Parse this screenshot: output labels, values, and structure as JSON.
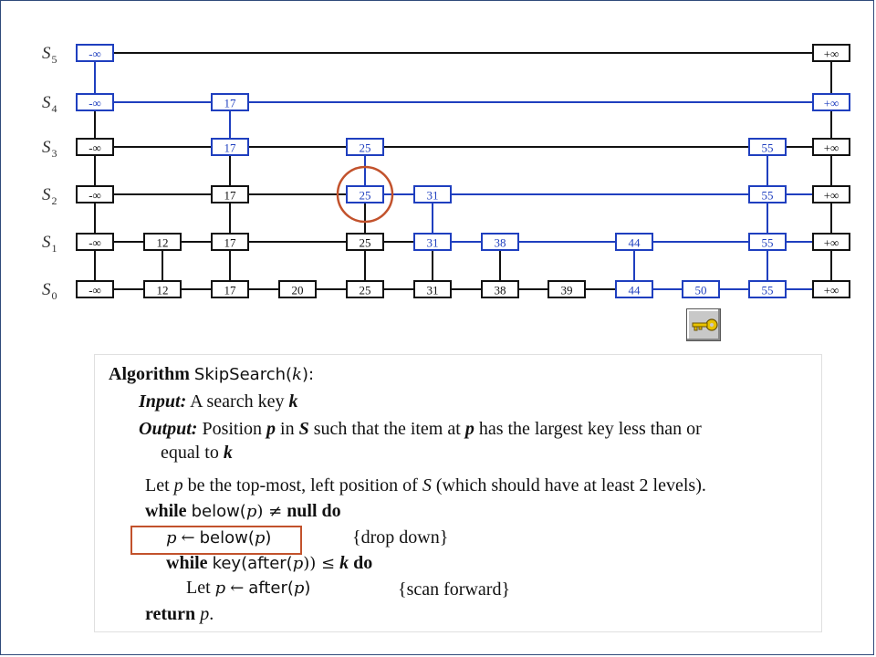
{
  "skiplist": {
    "levels": [
      {
        "label": "S",
        "index": "5",
        "nodes": [
          "-∞",
          "+∞"
        ]
      },
      {
        "label": "S",
        "index": "4",
        "nodes": [
          "-∞",
          "17",
          "+∞"
        ]
      },
      {
        "label": "S",
        "index": "3",
        "nodes": [
          "-∞",
          "17",
          "25",
          "55",
          "+∞"
        ]
      },
      {
        "label": "S",
        "index": "2",
        "nodes": [
          "-∞",
          "17",
          "25",
          "31",
          "55",
          "+∞"
        ]
      },
      {
        "label": "S",
        "index": "1",
        "nodes": [
          "-∞",
          "12",
          "17",
          "25",
          "31",
          "38",
          "44",
          "55",
          "+∞"
        ]
      },
      {
        "label": "S",
        "index": "0",
        "nodes": [
          "-∞",
          "12",
          "17",
          "20",
          "25",
          "31",
          "38",
          "39",
          "44",
          "50",
          "55",
          "+∞"
        ]
      }
    ],
    "search_path_color": "#1f3fbf",
    "node_color": "#111111",
    "highlight_color": "#c2522c",
    "highlighted_node": "25"
  },
  "key_button": {
    "icon": "key-icon"
  },
  "algorithm": {
    "header_keyword": "Algorithm",
    "header_name": "SkipSearch(",
    "header_arg": "k",
    "header_close": "):",
    "input_label": "Input:",
    "input_text": "A search key",
    "input_var": "k",
    "output_label": "Output:",
    "output_text_1": "Position",
    "output_var_p": "p",
    "output_text_2": "in",
    "output_var_s": "S",
    "output_text_3": "such that the item at",
    "output_var_p2": "p",
    "output_text_4": "has the largest key less than or",
    "output_text_5": "equal to",
    "output_var_k": "k",
    "let_1": "Let",
    "let_p": "p",
    "let_2": "be the top-most, left position of",
    "let_s": "S",
    "let_3": "(which should have at least 2 levels).",
    "while1_kw": "while",
    "while1_cond": "below(",
    "while1_p": "p",
    "while1_neq": ") ≠",
    "while1_null": "null",
    "while1_do": "do",
    "assign_p": "p",
    "assign_arrow": "←",
    "assign_below": "below(",
    "assign_p2": "p",
    "assign_close": ")",
    "comment_drop": "{drop down}",
    "while2_kw": "while",
    "while2_key": "key(after(",
    "while2_p": "p",
    "while2_close": ")) ≤",
    "while2_k": "k",
    "while2_do": "do",
    "let_forward": "Let",
    "let_forward_p": "p",
    "let_forward_arrow": "←",
    "let_forward_after": "after(",
    "let_forward_p2": "p",
    "let_forward_close": ")",
    "comment_scan": "{scan forward}",
    "return_kw": "return",
    "return_p": "p",
    "return_dot": "."
  }
}
